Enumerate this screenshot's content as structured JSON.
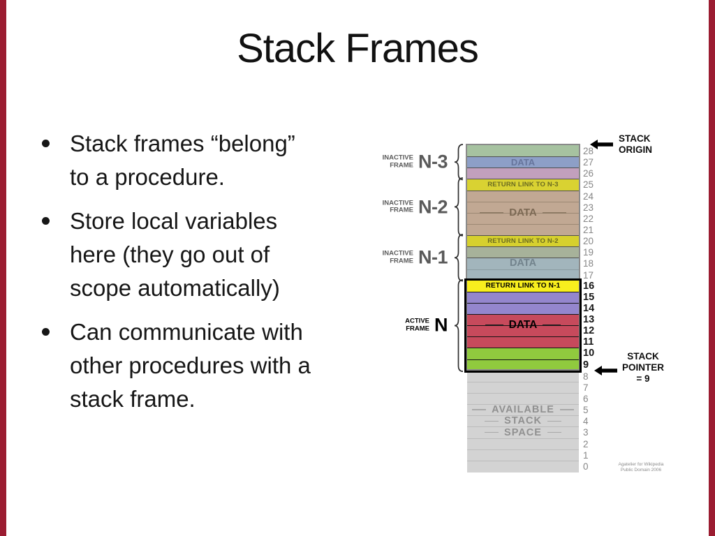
{
  "title": "Stack Frames",
  "bullets": [
    [
      "Stack frames “belong”",
      "to a procedure."
    ],
    [
      "Store local variables",
      "here (they go out of",
      "scope automatically)"
    ],
    [
      "Can communicate with",
      "other procedures with a",
      "stack frame."
    ]
  ],
  "colors": {
    "accent_bar": "#9b1c31"
  },
  "diagram": {
    "origin_label": [
      "STACK",
      "ORIGIN"
    ],
    "pointer_label": [
      "STACK",
      "POINTER",
      "= 9"
    ],
    "attribution": [
      "Agatelier for Wikipedia",
      "Public Domain 2006"
    ],
    "frames": [
      {
        "small": [
          "INACTIVE",
          "FRAME"
        ],
        "big": "N-3",
        "from": 28,
        "to": 26,
        "active": false
      },
      {
        "small": [
          "INACTIVE",
          "FRAME"
        ],
        "big": "N-2",
        "from": 25,
        "to": 21,
        "active": false
      },
      {
        "small": [
          "INACTIVE",
          "FRAME"
        ],
        "big": "N-1",
        "from": 20,
        "to": 17,
        "active": false
      },
      {
        "small": [
          "ACTIVE",
          "FRAME"
        ],
        "big": "N",
        "from": 16,
        "to": 9,
        "active": true
      }
    ],
    "rows": [
      {
        "n": 28,
        "color": "#a6c2a0"
      },
      {
        "n": 27,
        "color": "#8d9fc7",
        "line": "#4f4f4f"
      },
      {
        "n": 26,
        "color": "#c2a0bd",
        "line": "#4f4f4f"
      },
      {
        "n": 25,
        "color": "#d9d232",
        "line": "#4f4f4f"
      },
      {
        "n": 24,
        "color": "#c1a893",
        "line": "#4f4f4f"
      },
      {
        "n": 23,
        "color": "#c1a893",
        "line": "#9c8873"
      },
      {
        "n": 22,
        "color": "#c1a893",
        "line": "#9c8873"
      },
      {
        "n": 21,
        "color": "#c1a893",
        "line": "#9c8873"
      },
      {
        "n": 20,
        "color": "#d6d02e",
        "line": "#4f4f4f"
      },
      {
        "n": 19,
        "color": "#a7b29a",
        "line": "#4f4f4f"
      },
      {
        "n": 18,
        "color": "#a2b5bc",
        "line": "#4f4f4f"
      },
      {
        "n": 17,
        "color": "#a2b5bc",
        "line": "#8a9ba1"
      },
      {
        "n": 16,
        "color": "#f8ee1e",
        "active": true
      },
      {
        "n": 15,
        "color": "#9486cd",
        "active": true,
        "line": "#141414"
      },
      {
        "n": 14,
        "color": "#9486cd",
        "active": true,
        "line": "#141414"
      },
      {
        "n": 13,
        "color": "#c74a5c",
        "active": true,
        "line": "#141414"
      },
      {
        "n": 12,
        "color": "#c74a5c",
        "active": true,
        "line": "#141414"
      },
      {
        "n": 11,
        "color": "#c74a5c",
        "active": true,
        "line": "#141414"
      },
      {
        "n": 10,
        "color": "#90ca3e",
        "active": true,
        "line": "#141414"
      },
      {
        "n": 9,
        "color": "#90ca3e",
        "active": true,
        "line": "#141414"
      },
      {
        "n": 8,
        "color": "#d3d3d3"
      },
      {
        "n": 7,
        "color": "#d3d3d3",
        "line": "#bcbcbc"
      },
      {
        "n": 6,
        "color": "#d3d3d3",
        "line": "#bcbcbc"
      },
      {
        "n": 5,
        "color": "#d3d3d3",
        "line": "#bcbcbc"
      },
      {
        "n": 4,
        "color": "#d3d3d3",
        "line": "#bcbcbc"
      },
      {
        "n": 3,
        "color": "#d3d3d3",
        "line": "#bcbcbc"
      },
      {
        "n": 2,
        "color": "#d3d3d3",
        "line": "#bcbcbc"
      },
      {
        "n": 1,
        "color": "#d3d3d3",
        "line": "#bcbcbc"
      },
      {
        "n": 0,
        "color": "#d3d3d3",
        "line": "#bcbcbc"
      }
    ],
    "cell_labels": [
      {
        "text": "DATA",
        "from": 27,
        "to": 27,
        "color": "#67759c",
        "size": 13
      },
      {
        "text": "RETURN LINK TO N-3",
        "from": 25,
        "to": 25,
        "color": "#6b6b21",
        "size": 9.5,
        "ls": 0.2
      },
      {
        "text": "DATA",
        "from": 24,
        "to": 21,
        "color": "#7b6853",
        "size": 15,
        "dashes": true,
        "dash_w": 34,
        "dash_color": "#8d7a64"
      },
      {
        "text": "RETURN LINK TO N-2",
        "from": 20,
        "to": 20,
        "color": "#6b6b21",
        "size": 9.5,
        "ls": 0.2
      },
      {
        "text": "DATA",
        "from": 18,
        "to": 18,
        "color": "#72838c",
        "size": 14.5
      },
      {
        "text": "RETURN LINK TO N-1",
        "from": 16,
        "to": 16,
        "color": "#000000",
        "size": 10,
        "ls": 0.2
      },
      {
        "text": "DATA",
        "from": 13,
        "to": 12,
        "color": "#000000",
        "size": 15.5,
        "dashes": true,
        "dash_w": 26,
        "dash_color": "#1a1a1a"
      },
      {
        "text": "AVAILABLE",
        "from": 5,
        "to": 5,
        "color": "#909090",
        "size": 14.5,
        "ls": 1,
        "dashes": true,
        "dash_w": 20,
        "dash_color": "#a8a8a8"
      },
      {
        "text": "STACK",
        "from": 4,
        "to": 4,
        "color": "#909090",
        "size": 14.5,
        "ls": 1,
        "dashes": true,
        "dash_w": 20,
        "dash_color": "#a8a8a8"
      },
      {
        "text": "SPACE",
        "from": 3,
        "to": 3,
        "color": "#909090",
        "size": 14.5,
        "ls": 1,
        "dashes": true,
        "dash_w": 20,
        "dash_color": "#a8a8a8"
      }
    ]
  }
}
